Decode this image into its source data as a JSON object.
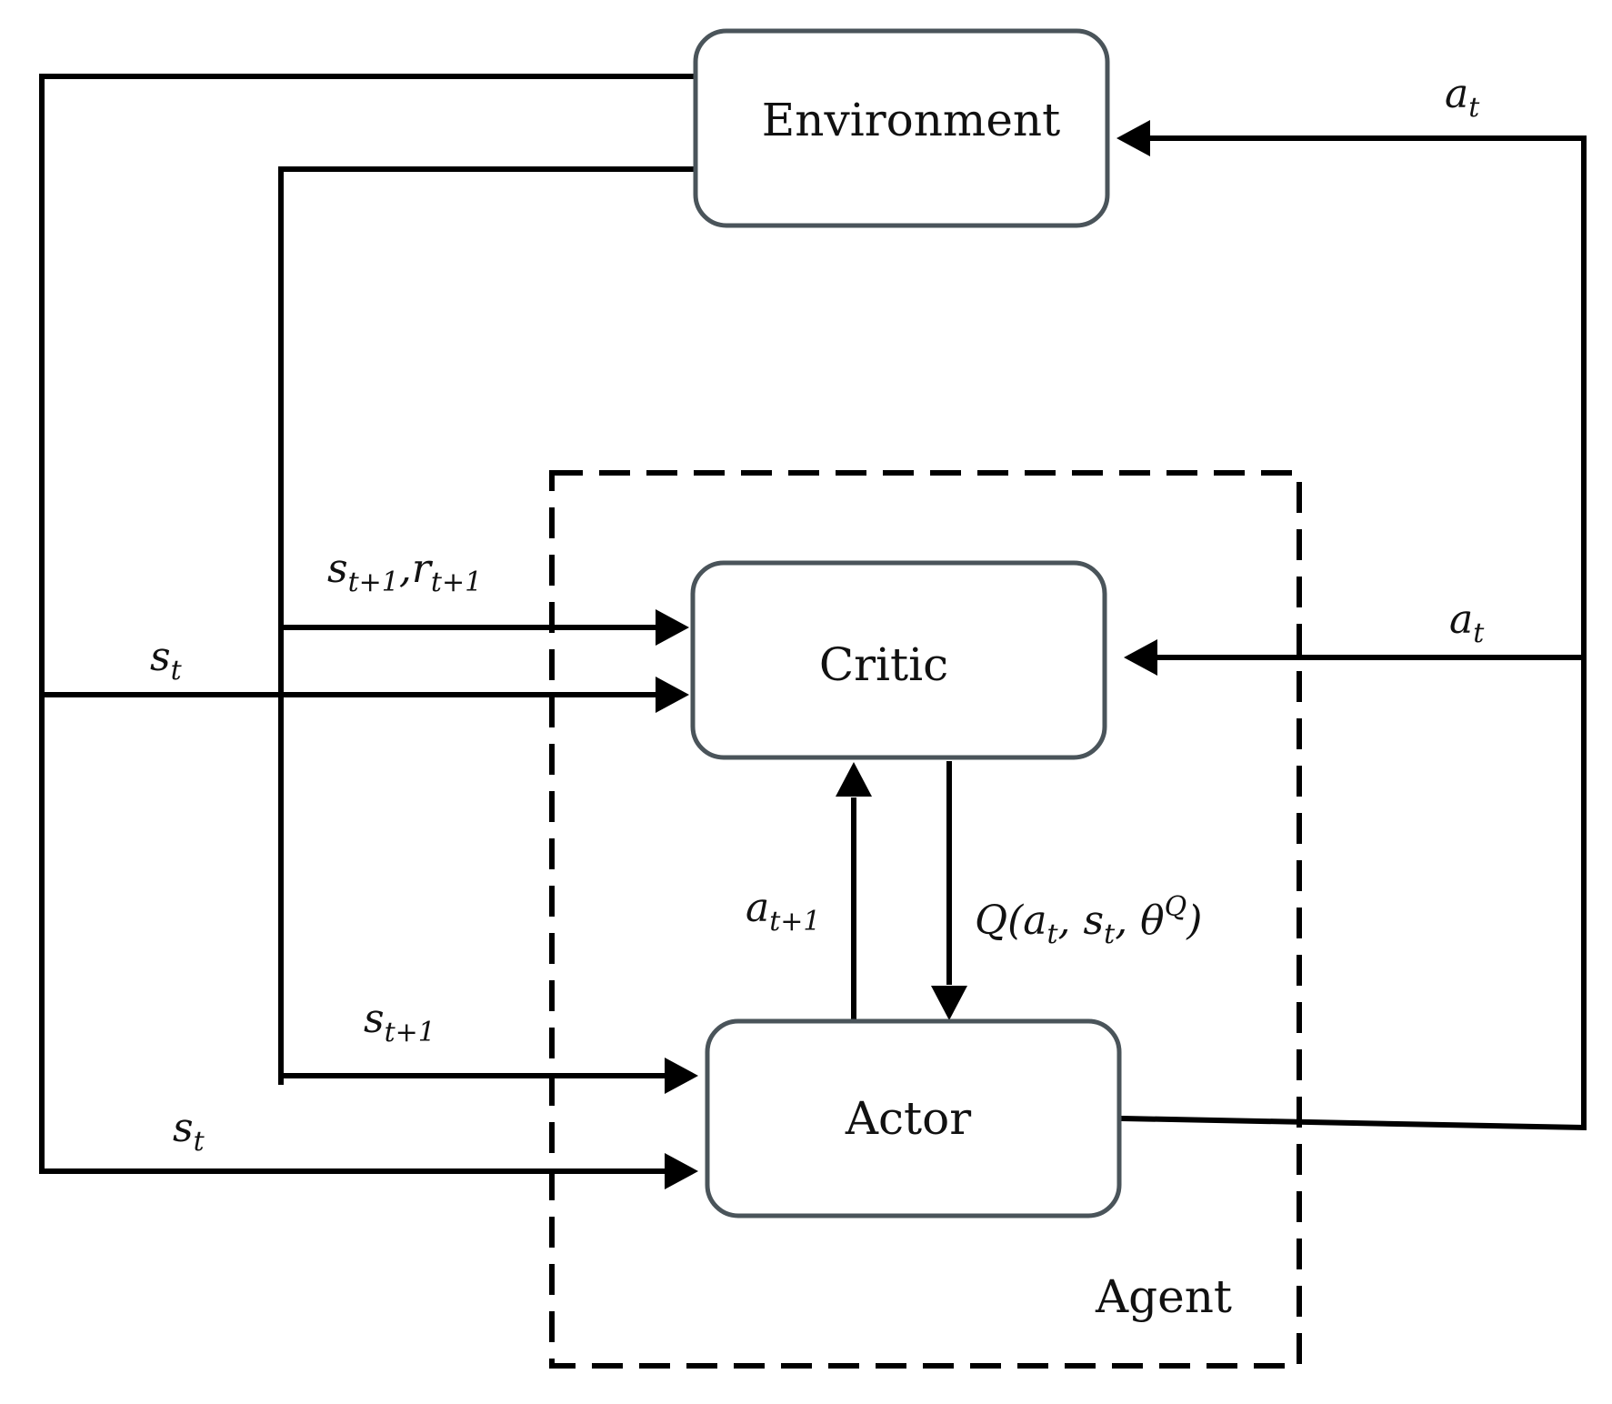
{
  "nodes": {
    "environment": "Environment",
    "critic": "Critic",
    "actor": "Actor",
    "agent": "Agent"
  },
  "edges": {
    "at_top": {
      "base": "a",
      "sub": "t"
    },
    "at_critic": {
      "base": "a",
      "sub": "t"
    },
    "s_r_next": {
      "base1": "s",
      "sub1": "t+1",
      "sep": ",",
      "base2": "r",
      "sub2": "t+1"
    },
    "st_critic": {
      "base": "s",
      "sub": "t"
    },
    "a_next": {
      "base": "a",
      "sub": "t+1"
    },
    "q_value": {
      "q_open": "Q(",
      "a": "a",
      "a_sub": "t",
      "comma1": ", ",
      "s": "s",
      "s_sub": "t",
      "comma2": ", ",
      "theta": "θ",
      "theta_sup": "Q",
      "close": ")"
    },
    "s_next_actor": {
      "base": "s",
      "sub": "t+1"
    },
    "st_actor": {
      "base": "s",
      "sub": "t"
    }
  }
}
